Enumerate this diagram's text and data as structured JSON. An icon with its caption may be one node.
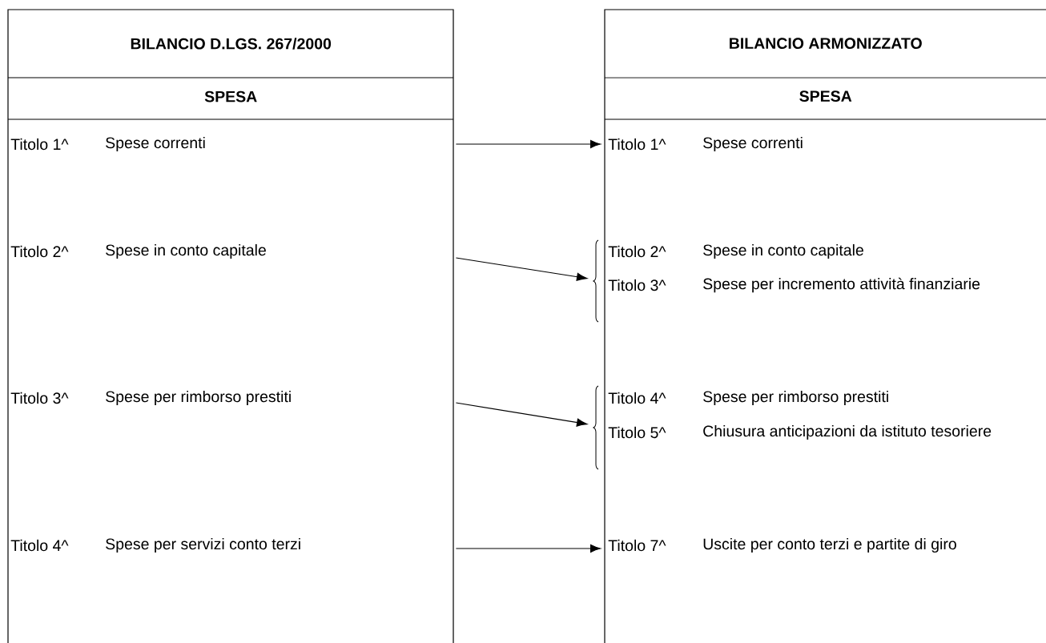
{
  "diagram": {
    "nodes": [
      {
        "text": [
          "BILANCIO D.LGS. 267/2000",
          "SPESA",
          "Titolo 1^",
          "Spese correnti",
          "Titolo 2^",
          "Spese in conto capitale",
          "Titolo 3^",
          "Spese per rimborso prestiti",
          "Titolo 4^",
          "Spese per servizi conto terzi"
        ]
      },
      {
        "text": [
          "BILANCIO ARMONIZZATO",
          "SPESA",
          "Titolo 1^",
          "Spese correnti",
          "Titolo 2^",
          "Spese in conto capitale",
          "Titolo 3^",
          "Spese per incremento attività finanziarie",
          "Titolo 4^",
          "Spese per rimborso prestiti",
          "Titolo 5^",
          "Chiusura anticipazioni da istituto tesoriere",
          "Titolo 7^",
          "Uscite per conto terzi e partite di giro"
        ]
      }
    ],
    "edges": [
      {
        "from": 0,
        "to": 1,
        "arrow": "to"
      },
      {
        "from": 0,
        "to": 1,
        "arrow": "to"
      },
      {
        "from": 0,
        "to": 1,
        "arrow": "to"
      },
      {
        "from": 0,
        "to": 1,
        "arrow": "to"
      }
    ]
  }
}
